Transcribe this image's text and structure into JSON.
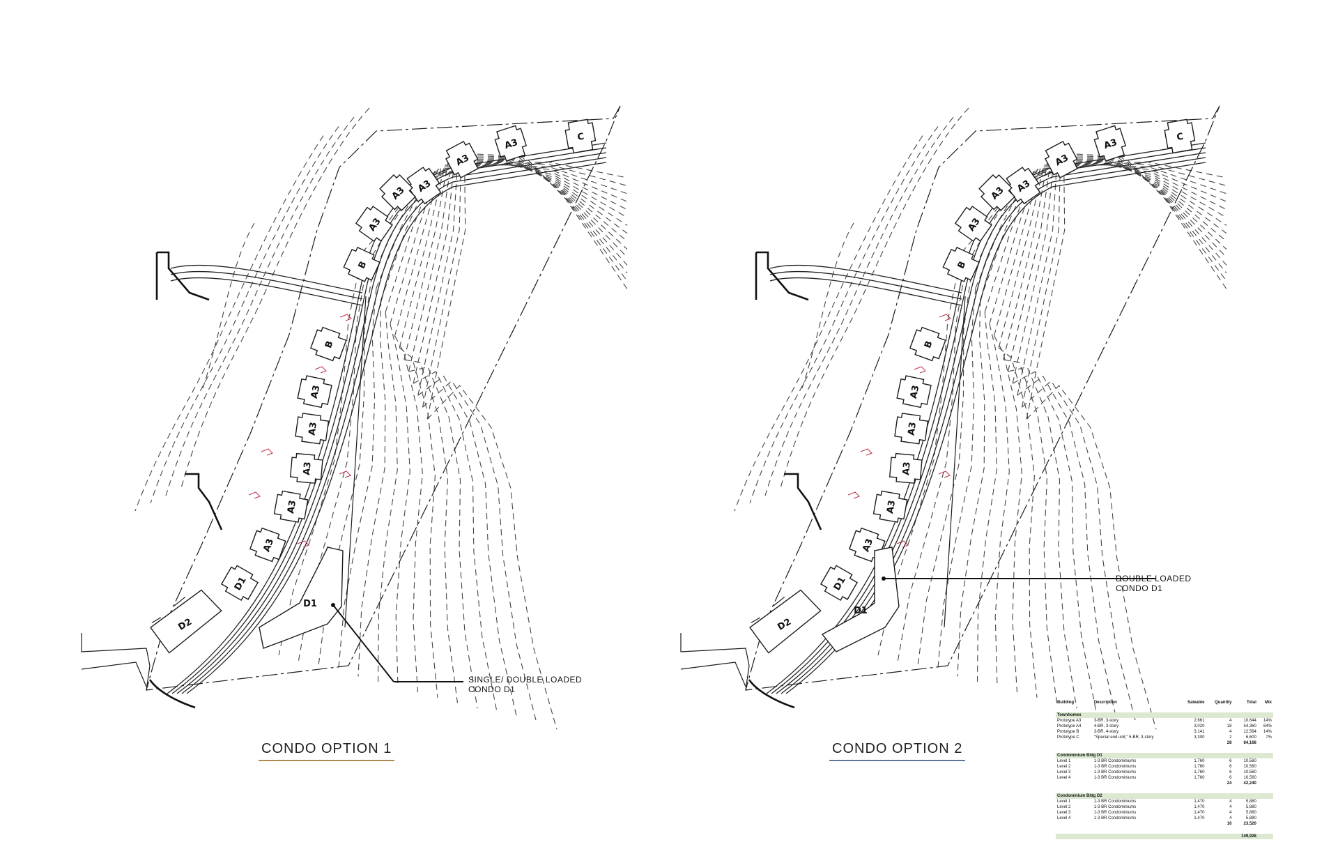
{
  "options": [
    {
      "title": "CONDO OPTION 1",
      "callout": [
        "SINGLE/ DOUBLE LOADED",
        "CONDO D1"
      ],
      "buildings": [
        "C",
        "A3",
        "A3",
        "A3",
        "A3",
        "A3",
        "B",
        "B",
        "A3",
        "A3",
        "A3",
        "A3",
        "A3",
        "D1",
        "D2"
      ]
    },
    {
      "title": "CONDO OPTION 2",
      "callout": [
        "DOUBLE LOADED",
        "CONDO D1"
      ],
      "buildings": [
        "C",
        "A3",
        "A3",
        "A3",
        "A3",
        "A3",
        "B",
        "B",
        "A3",
        "A3",
        "A3",
        "A3",
        "A3",
        "D1",
        "D2"
      ]
    }
  ],
  "table": {
    "headers": [
      "Building",
      "Description",
      "Saleable",
      "Quantity",
      "Total",
      "Mix"
    ],
    "sections": [
      {
        "name": "Townhomes",
        "rows": [
          [
            "Prototype A3",
            "3-BR, 3-story",
            "2,661",
            "4",
            "10,644",
            "14%"
          ],
          [
            "Prototype A4",
            "4-BR, 3-story",
            "3,020",
            "18",
            "54,360",
            "64%"
          ],
          [
            "Prototype B",
            "3-BR, 4-story",
            "3,141",
            "4",
            "12,564",
            "14%"
          ],
          [
            "Prototype C",
            "\"Special end unit,\" 5-BR, 3-story",
            "3,300",
            "2",
            "6,600",
            "7%"
          ]
        ],
        "subtotal": [
          "28",
          "84,168"
        ]
      },
      {
        "name": "Condominium Bldg D1",
        "rows": [
          [
            "Level 1",
            "1-3 BR Condominiums",
            "1,760",
            "6",
            "10,560",
            ""
          ],
          [
            "Level 2",
            "1-3 BR Condominiums",
            "1,760",
            "6",
            "10,560",
            ""
          ],
          [
            "Level 3",
            "1-3 BR Condominiums",
            "1,760",
            "6",
            "10,560",
            ""
          ],
          [
            "Level 4",
            "1-3 BR Condominiums",
            "1,760",
            "6",
            "10,560",
            ""
          ]
        ],
        "subtotal": [
          "24",
          "42,240"
        ]
      },
      {
        "name": "Condominium Bldg D2",
        "rows": [
          [
            "Level 1",
            "1-3 BR Condominiums",
            "1,470",
            "4",
            "5,880",
            ""
          ],
          [
            "Level 2",
            "1-3 BR Condominiums",
            "1,470",
            "4",
            "5,880",
            ""
          ],
          [
            "Level 3",
            "1-3 BR Condominiums",
            "1,470",
            "4",
            "5,880",
            ""
          ],
          [
            "Level 4",
            "1-3 BR Condominiums",
            "1,470",
            "4",
            "5,880",
            ""
          ]
        ],
        "subtotal": [
          "16",
          "23,520"
        ]
      }
    ],
    "grand_total": "149,928"
  }
}
